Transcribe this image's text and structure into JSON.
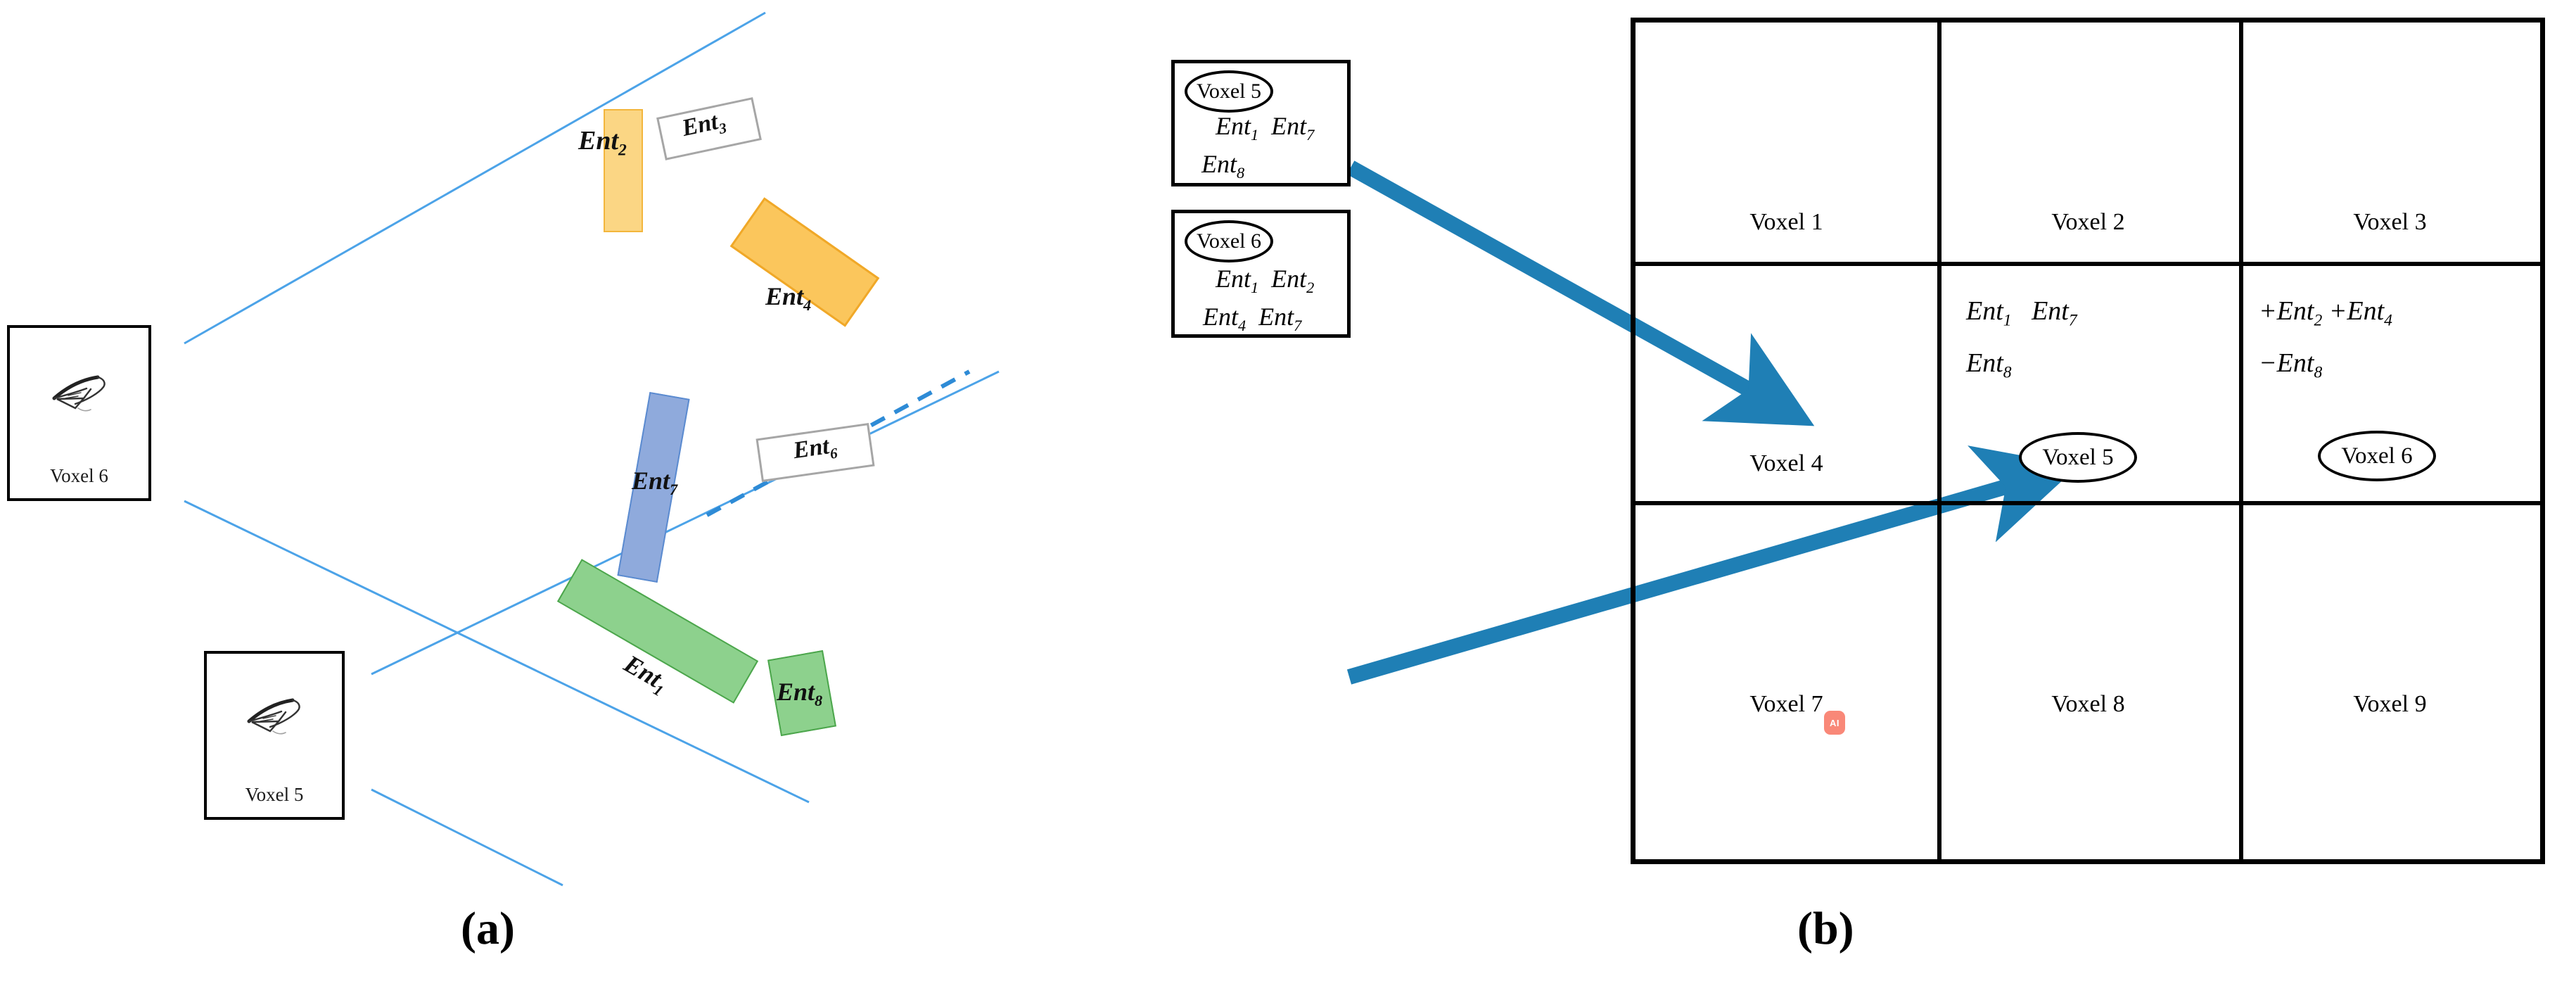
{
  "figure": {
    "panels": [
      {
        "id": "a",
        "caption": "(a)"
      },
      {
        "id": "b",
        "caption": "(b)"
      }
    ]
  },
  "panel_a": {
    "caption": "(a)",
    "camera_boxes": [
      {
        "name": "voxel-6-camera",
        "label": "Voxel 6",
        "icon": "bird-sketch-icon"
      },
      {
        "name": "voxel-5-camera",
        "label": "Voxel 5",
        "icon": "bird-sketch-icon"
      }
    ],
    "entities": [
      {
        "id": "Ent2",
        "base": "Ent",
        "sub": "2",
        "color": "#FBD684",
        "border": "#F3B63C",
        "style": "filled",
        "rotation": 0
      },
      {
        "id": "Ent3",
        "base": "Ent",
        "sub": "3",
        "color": "#FFFFFF",
        "border": "#A6A6A6",
        "style": "outline",
        "rotation": -12
      },
      {
        "id": "Ent4",
        "base": "Ent",
        "sub": "4",
        "color": "#FBC65C",
        "border": "#F0A828",
        "style": "filled",
        "rotation": 35
      },
      {
        "id": "Ent7",
        "base": "Ent",
        "sub": "7",
        "color": "#8FAADC",
        "border": "#5B8BD0",
        "style": "filled",
        "rotation": 10
      },
      {
        "id": "Ent6",
        "base": "Ent",
        "sub": "6",
        "color": "#FFFFFF",
        "border": "#A6A6A6",
        "style": "outline",
        "rotation": -8
      },
      {
        "id": "Ent1",
        "base": "Ent",
        "sub": "1",
        "color": "#8DD18D",
        "border": "#4CA64C",
        "style": "filled",
        "rotation": 30
      },
      {
        "id": "Ent8",
        "base": "Ent",
        "sub": "8",
        "color": "#8DD18D",
        "border": "#4CA64C",
        "style": "filled",
        "rotation": -10
      }
    ],
    "fov_line_color": "#4CA3E8",
    "dashed_line_color": "#2E8BD6"
  },
  "panel_b": {
    "caption": "(b)",
    "source_boxes": [
      {
        "name": "voxel-5-source",
        "tag": "Voxel 5",
        "rows": [
          [
            {
              "base": "Ent",
              "sub": "1"
            },
            {
              "base": "Ent",
              "sub": "7"
            }
          ],
          [
            {
              "base": "Ent",
              "sub": "8"
            }
          ]
        ]
      },
      {
        "name": "voxel-6-source",
        "tag": "Voxel 6",
        "rows": [
          [
            {
              "base": "Ent",
              "sub": "1"
            },
            {
              "base": "Ent",
              "sub": "2"
            }
          ],
          [
            {
              "base": "Ent",
              "sub": "4"
            },
            {
              "base": "Ent",
              "sub": "7"
            }
          ]
        ]
      }
    ],
    "grid": {
      "rows": 3,
      "cols": 3,
      "cells": [
        {
          "pos": "r1c1",
          "label": "Voxel 1",
          "contents": [],
          "tag": null
        },
        {
          "pos": "r1c2",
          "label": "Voxel 2",
          "contents": [],
          "tag": null
        },
        {
          "pos": "r1c3",
          "label": "Voxel 3",
          "contents": [],
          "tag": null
        },
        {
          "pos": "r2c1",
          "label": "Voxel 4",
          "contents": [],
          "tag": null
        },
        {
          "pos": "r2c2",
          "label": null,
          "tag": "Voxel 5",
          "contents": [
            [
              {
                "sign": "",
                "base": "Ent",
                "sub": "1"
              },
              {
                "sign": "",
                "base": "Ent",
                "sub": "7"
              }
            ],
            [
              {
                "sign": "",
                "base": "Ent",
                "sub": "8"
              }
            ]
          ]
        },
        {
          "pos": "r2c3",
          "label": null,
          "tag": "Voxel 6",
          "contents": [
            [
              {
                "sign": "+",
                "base": "Ent",
                "sub": "2"
              },
              {
                "sign": "+",
                "base": "Ent",
                "sub": "4"
              }
            ],
            [
              {
                "sign": "−",
                "base": "Ent",
                "sub": "8"
              }
            ]
          ]
        },
        {
          "pos": "r3c1",
          "label": "Voxel 7",
          "contents": [],
          "tag": null,
          "badge": "AI"
        },
        {
          "pos": "r3c2",
          "label": "Voxel 8",
          "contents": [],
          "tag": null
        },
        {
          "pos": "r3c3",
          "label": "Voxel 9",
          "contents": [],
          "tag": null
        }
      ]
    },
    "arrows": [
      {
        "name": "arrow-voxel5-to-cell",
        "from": "voxel-5-source",
        "to": "r2c2",
        "color": "#1F7FB5"
      },
      {
        "name": "arrow-voxel6-to-cell",
        "from": "voxel-6-source",
        "to": "r2c3",
        "color": "#1F7FB5"
      }
    ],
    "arrow_color": "#1F7FB5",
    "badge_color": "#F98878"
  }
}
